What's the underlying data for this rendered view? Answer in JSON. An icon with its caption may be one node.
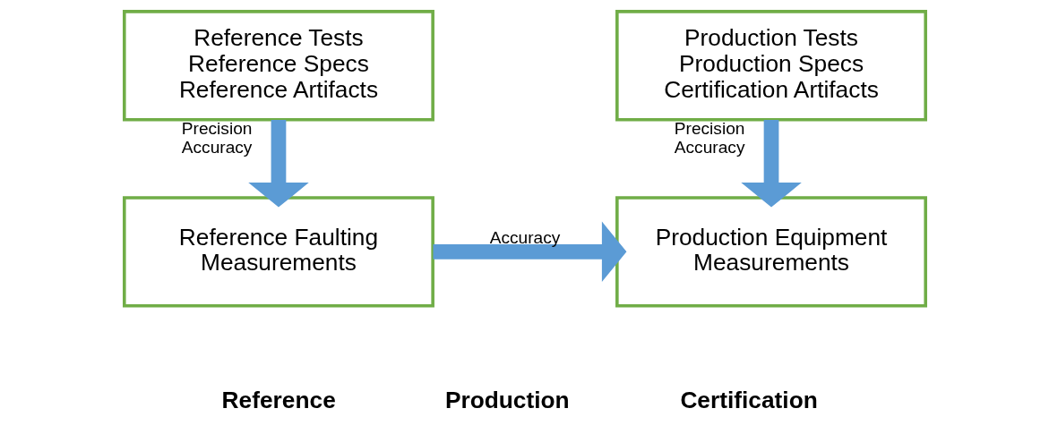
{
  "diagram": {
    "nodes": [
      {
        "text": [
          "Reference Tests",
          "Reference Specs",
          "Reference Artifacts"
        ]
      },
      {
        "text": [
          "Reference Faulting Measurements"
        ]
      },
      {
        "text": [
          "Production Tests",
          "Production Specs",
          "Certification Artifacts"
        ]
      },
      {
        "text": [
          "Production Equipment Measurements"
        ]
      }
    ],
    "edges": [
      {
        "from": 0,
        "to": 1,
        "arrow": "to",
        "label": "Precision Accuracy"
      },
      {
        "from": 2,
        "to": 3,
        "arrow": "to",
        "label": "Precision Accuracy"
      },
      {
        "from": 1,
        "to": 3,
        "arrow": "to",
        "label": "Accuracy"
      }
    ],
    "labels": [
      "Reference",
      "Production",
      "Certification"
    ]
  }
}
